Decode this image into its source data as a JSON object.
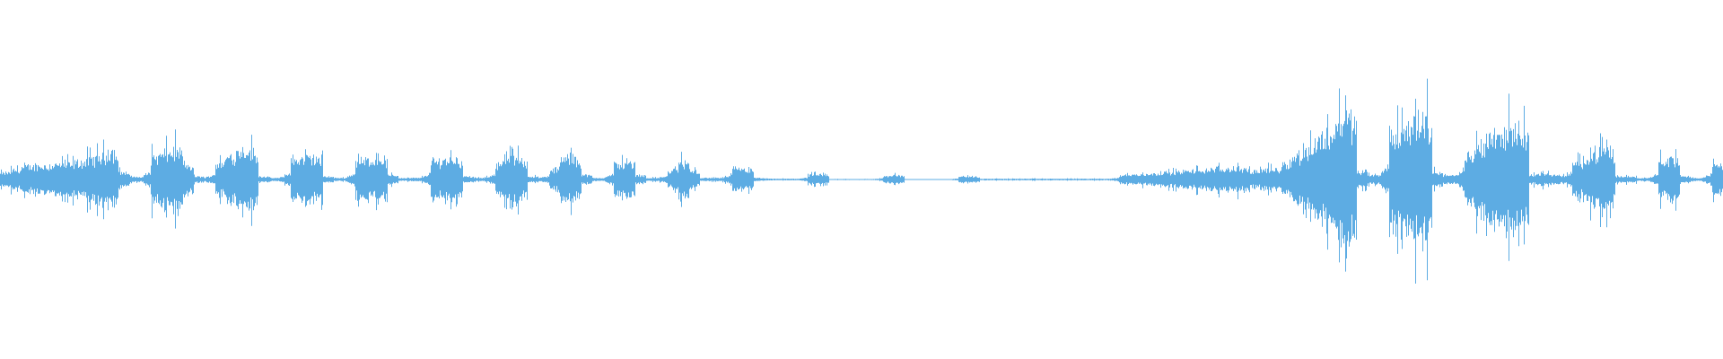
{
  "chart_data": {
    "type": "area",
    "title": "",
    "xlabel": "",
    "ylabel": "",
    "ylim": [
      -1,
      1
    ],
    "symmetric": true,
    "grid": false,
    "legend": "none",
    "color": "#5DACE3",
    "values": [
      0.04,
      0.06,
      0.08,
      0.09,
      0.09,
      0.1,
      0.1,
      0.11,
      0.13,
      0.15,
      0.2,
      0.05,
      0.02,
      0.01,
      0.15,
      0.17,
      0.2,
      0.1,
      0.02,
      0.01,
      0.1,
      0.15,
      0.2,
      0.2,
      0.02,
      0.01,
      0.01,
      0.13,
      0.14,
      0.15,
      0.02,
      0.01,
      0.01,
      0.12,
      0.13,
      0.15,
      0.03,
      0.01,
      0.01,
      0.01,
      0.12,
      0.13,
      0.15,
      0.02,
      0.01,
      0.01,
      0.1,
      0.14,
      0.15,
      0.02,
      0.01,
      0.05,
      0.14,
      0.15,
      0.03,
      0.01,
      0.01,
      0.1,
      0.12,
      0.03,
      0.01,
      0.01,
      0.05,
      0.12,
      0.06,
      0.01,
      0.01,
      0.01,
      0.07,
      0.07,
      0.01,
      0.005,
      0.005,
      0.005,
      0.005,
      0.03,
      0.03,
      0.003,
      0.003,
      0.003,
      0.003,
      0.003,
      0.02,
      0.03,
      0.002,
      0,
      0.002,
      0,
      0.002,
      0.02,
      0.02,
      0.005,
      0.005,
      0.005,
      0.005,
      0.005,
      0.005,
      0.005,
      0.005,
      0.005,
      0.005,
      0.005,
      0.005,
      0.005,
      0.03,
      0.03,
      0.035,
      0.04,
      0.045,
      0.05,
      0.055,
      0.06,
      0.065,
      0.07,
      0.075,
      0.075,
      0.05,
      0.07,
      0.06,
      0.1,
      0.15,
      0.2,
      0.25,
      0.3,
      0.38,
      0.45,
      0.05,
      0.03,
      0.02,
      0.3,
      0.33,
      0.38,
      0.45,
      0.05,
      0.03,
      0.02,
      0.15,
      0.22,
      0.3,
      0.3,
      0.33,
      0.35,
      0.03,
      0.04,
      0.03,
      0.02,
      0.1,
      0.15,
      0.18,
      0.2,
      0.02,
      0.02,
      0.01,
      0.01,
      0.12,
      0.15,
      0.02,
      0.01,
      0.01,
      0.1
    ]
  }
}
